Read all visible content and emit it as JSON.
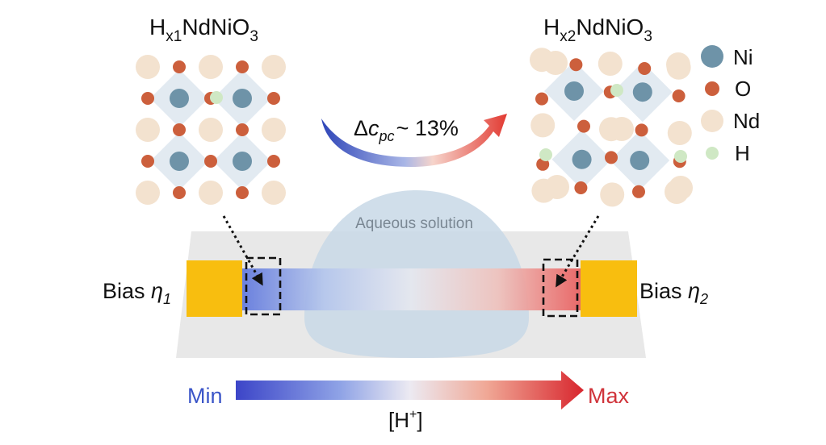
{
  "lattice_left": {
    "formula": {
      "base": "H",
      "sub": "x1",
      "rest": "NdNiO",
      "sub2": "3"
    }
  },
  "lattice_right": {
    "formula": {
      "base": "H",
      "sub": "x2",
      "rest": "NdNiO",
      "sub2": "3"
    }
  },
  "transition": {
    "delta": "Δ",
    "symbol": "c",
    "subscript": "pc",
    "value": "~ 13%"
  },
  "device": {
    "solution_label": "Aqueous solution",
    "bias_left": {
      "label": "Bias ",
      "symbol": "η",
      "subscript": "1"
    },
    "bias_right": {
      "label": "Bias ",
      "symbol": "η",
      "subscript": "2"
    }
  },
  "scale": {
    "min_label": "Min",
    "max_label": "Max",
    "quantity": {
      "open": "[H",
      "sup": "+",
      "close": "]"
    }
  },
  "legend": [
    {
      "label": "Ni",
      "color": "#6e93a8"
    },
    {
      "label": "O",
      "color": "#cc5f3c"
    },
    {
      "label": "Nd",
      "color": "#f3e2cf"
    },
    {
      "label": "H",
      "color": "#cfe8c4"
    }
  ],
  "colors": {
    "octahedron": "#dde6ee",
    "electrode": "#f8be0f",
    "substrate": "#e8e8e8",
    "solution": "#c8d8e6",
    "low": "#3f4fcf",
    "high": "#e0303a"
  }
}
